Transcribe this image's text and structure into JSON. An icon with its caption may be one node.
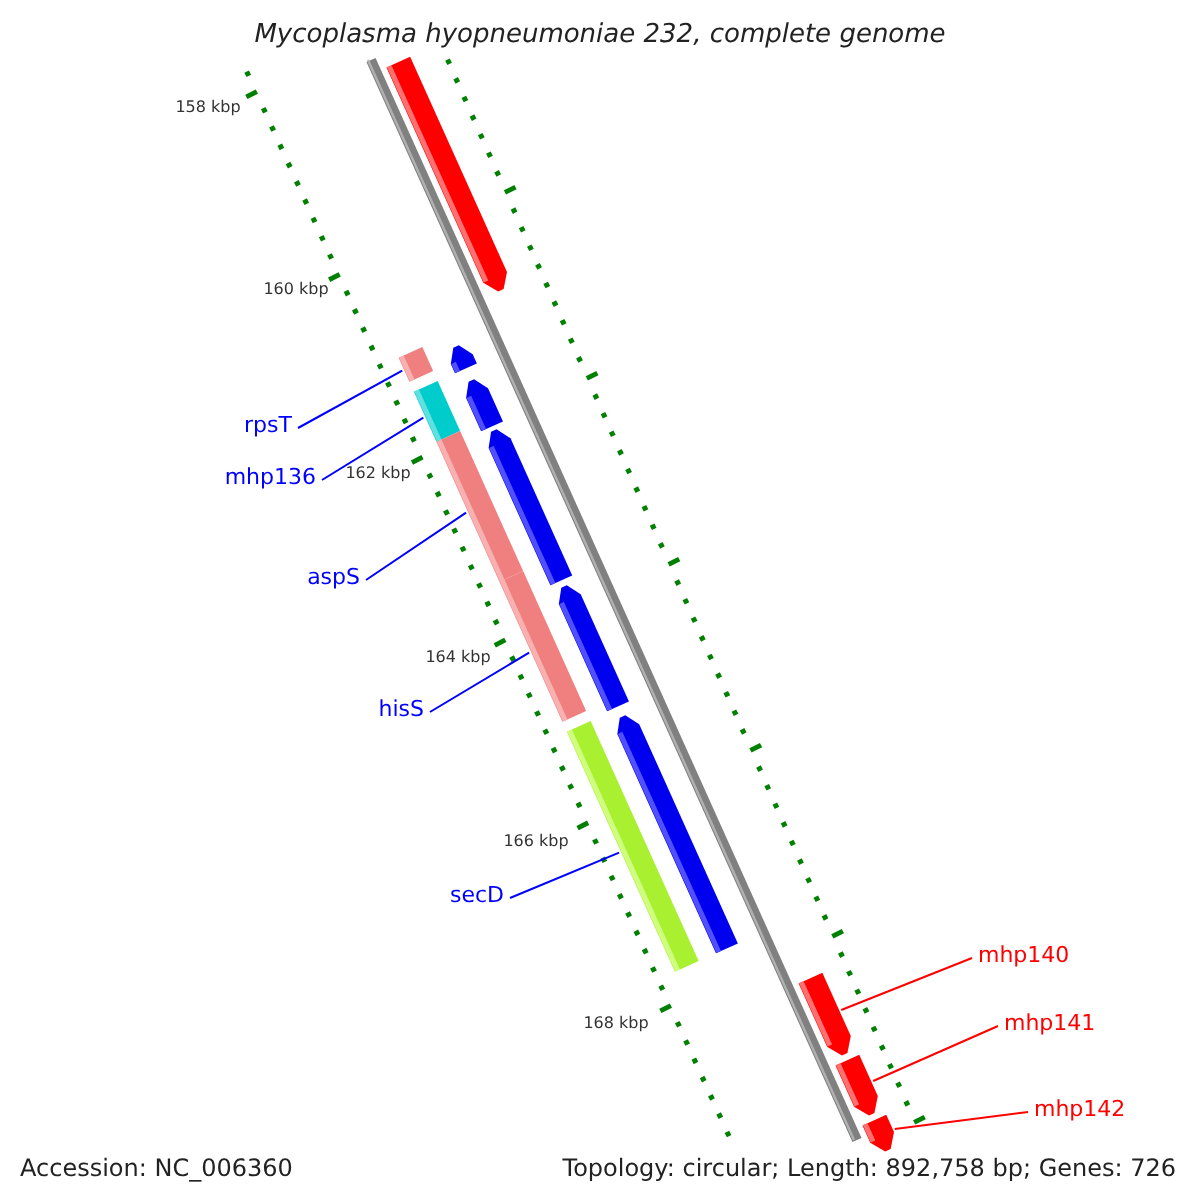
{
  "diagram": {
    "title": "Mycoplasma hyopneumoniae 232, complete genome",
    "nodes": [
      {
        "text": [
          "rpsT"
        ]
      },
      {
        "text": [
          "mhp136"
        ]
      },
      {
        "text": [
          "aspS"
        ]
      },
      {
        "text": [
          "hisS"
        ]
      },
      {
        "text": [
          "secD"
        ]
      },
      {
        "text": [
          "mhp140"
        ]
      },
      {
        "text": [
          "mhp141"
        ]
      },
      {
        "text": [
          "mhp142"
        ]
      },
      {
        "text": [],
        "shape": "bar"
      },
      {
        "text": [],
        "shape": "bar"
      },
      {
        "text": [],
        "shape": "bar"
      },
      {
        "text": [],
        "shape": "bar"
      },
      {
        "text": [],
        "shape": "bar"
      },
      {
        "text": [],
        "shape": "bar"
      },
      {
        "text": [],
        "shape": "bar"
      },
      {
        "text": [],
        "shape": "bar"
      },
      {
        "text": [],
        "shape": "bar"
      },
      {
        "text": [],
        "shape": "bar"
      },
      {
        "text": [],
        "shape": "bar"
      },
      {
        "text": [],
        "shape": "bar"
      },
      {
        "text": [],
        "shape": "bar"
      },
      {
        "text": [],
        "shape": "bar"
      }
    ],
    "edges": [
      {
        "from": 0,
        "to": 9,
        "arrow": "none"
      },
      {
        "from": 1,
        "to": 11,
        "arrow": "none"
      },
      {
        "from": 2,
        "to": 13,
        "arrow": "none"
      },
      {
        "from": 3,
        "to": 15,
        "arrow": "none"
      },
      {
        "from": 4,
        "to": 17,
        "arrow": "none"
      },
      {
        "from": 5,
        "to": 19,
        "arrow": "none",
        "color": "#ff0000"
      },
      {
        "from": 6,
        "to": 20,
        "arrow": "none",
        "color": "#ff0000"
      },
      {
        "from": 7,
        "to": 21,
        "arrow": "none",
        "color": "#ff0000"
      }
    ],
    "labels": [
      "158 kbp",
      "160 kbp",
      "162 kbp",
      "164 kbp",
      "166 kbp",
      "168 kbp",
      "Accession: NC_006360",
      "Topology: circular; Length: 892,758 bp; Genes: 726"
    ]
  }
}
